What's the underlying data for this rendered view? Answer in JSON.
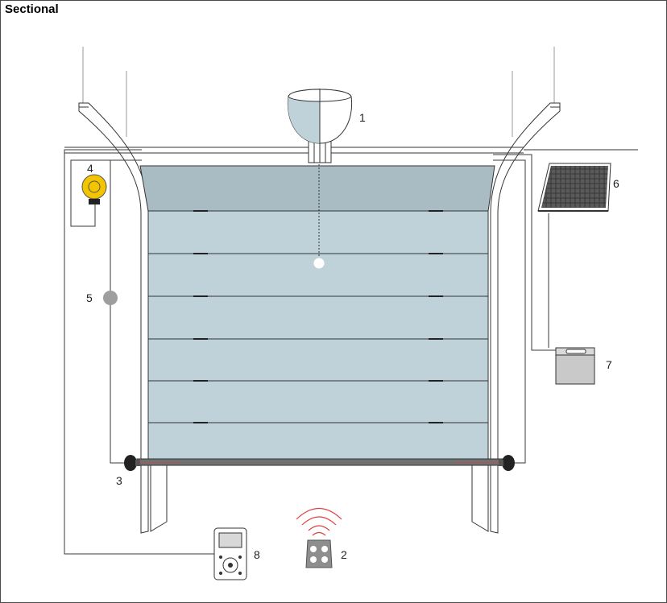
{
  "title": "Sectional",
  "callouts": [
    {
      "id": "1",
      "label": "1"
    },
    {
      "id": "2",
      "label": "2"
    },
    {
      "id": "3",
      "label": "3"
    },
    {
      "id": "4",
      "label": "4"
    },
    {
      "id": "5",
      "label": "5"
    },
    {
      "id": "6",
      "label": "6"
    },
    {
      "id": "7",
      "label": "7"
    },
    {
      "id": "8",
      "label": "8"
    }
  ],
  "colors": {
    "door_panel": "#bfd1d9",
    "door_top_panel": "#a9bcc4",
    "door_bottom_bar": "#707070",
    "motor_shade": "#bfd1d9",
    "flashing_light": "#f2c500",
    "sensor_gray": "#9e9e9e",
    "control_box": "#c9c9c9",
    "signal_red": "#e0403f",
    "wire": "#3a3a3a"
  }
}
